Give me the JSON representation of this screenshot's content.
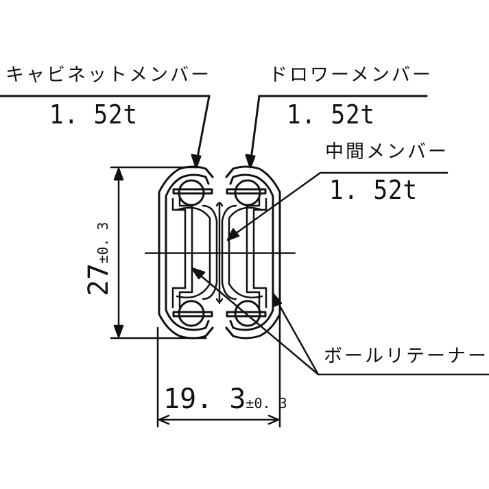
{
  "labels": {
    "cabinet_member": {
      "name": "キャビネットメンバー",
      "thickness": "1. 52t"
    },
    "drawer_member": {
      "name": "ドロワーメンバー",
      "thickness": "1. 52t"
    },
    "intermediate_member": {
      "name": "中間メンバー",
      "thickness": "1. 52t"
    },
    "ball_retainer": {
      "name": "ボールリテーナー"
    }
  },
  "dimensions": {
    "height": {
      "value": "27",
      "tolerance": "±0. 3"
    },
    "width": {
      "value": "19. 3",
      "tolerance": "±0. 3"
    }
  },
  "colors": {
    "line": "#111111",
    "background": "#ffffff"
  }
}
